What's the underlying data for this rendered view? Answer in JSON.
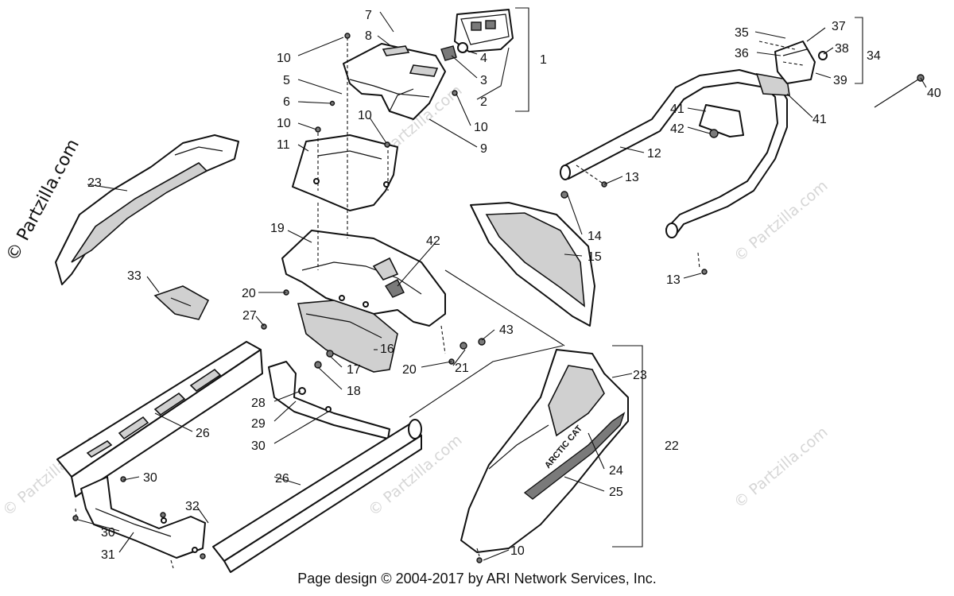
{
  "watermark": {
    "main": "© Partzilla.com",
    "faint": "© Partzilla.com"
  },
  "footer": {
    "copyright": "Page design © 2004-2017 by ARI Network Services, Inc."
  },
  "decal_text": "ARCTIC CAT",
  "callouts": [
    "1",
    "2",
    "3",
    "4",
    "5",
    "6",
    "7",
    "8",
    "9",
    "10",
    "10",
    "10",
    "10",
    "10",
    "11",
    "12",
    "13",
    "13",
    "14",
    "15",
    "16",
    "17",
    "18",
    "19",
    "20",
    "20",
    "21",
    "22",
    "23",
    "23",
    "24",
    "25",
    "26",
    "26",
    "27",
    "28",
    "29",
    "30",
    "30",
    "30",
    "31",
    "32",
    "33",
    "34",
    "35",
    "36",
    "37",
    "38",
    "39",
    "40",
    "41",
    "41",
    "42",
    "42",
    "43"
  ]
}
